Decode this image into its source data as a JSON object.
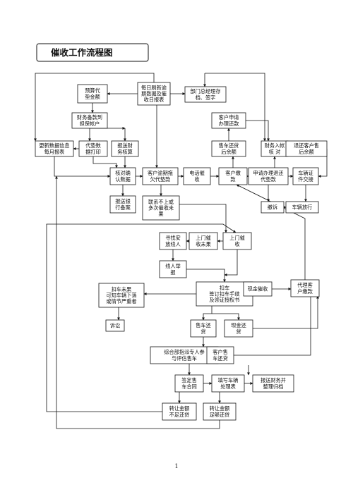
{
  "title": "催收工作流程图",
  "page_number": "1",
  "nodes": [
    {
      "id": "n1",
      "lines": [
        "预算代",
        "垫金额"
      ]
    },
    {
      "id": "n2",
      "lines": [
        "每日刷新逾",
        "期数据及催",
        "收日报表"
      ]
    },
    {
      "id": "n3",
      "lines": [
        "部门总经理存",
        "档、签字"
      ]
    },
    {
      "id": "n4",
      "lines": [
        "财务备款到",
        "担保帐户"
      ]
    },
    {
      "id": "n5",
      "lines": [
        "客户申请",
        "办理还款"
      ]
    },
    {
      "id": "n6",
      "lines": [
        "更新数据信息",
        "每月报表"
      ]
    },
    {
      "id": "n7",
      "lines": [
        "代垫数",
        "据打印"
      ]
    },
    {
      "id": "n8",
      "lines": [
        "报送财",
        "务核算"
      ]
    },
    {
      "id": "n9",
      "lines": [
        "售车还贷",
        "后余额"
      ]
    },
    {
      "id": "n10",
      "lines": [
        "财务入帐",
        "核  对"
      ]
    },
    {
      "id": "n11",
      "lines": [
        "退还客户售",
        "后余额"
      ]
    },
    {
      "id": "n12",
      "lines": [
        "核对确",
        "认数据"
      ]
    },
    {
      "id": "n13",
      "lines": [
        "客户逾期拖",
        "欠代垫款"
      ]
    },
    {
      "id": "n14",
      "lines": [
        "电话催",
        "收"
      ]
    },
    {
      "id": "n15",
      "lines": [
        "客户缴",
        "款"
      ]
    },
    {
      "id": "n16",
      "lines": [
        "申请办理退还",
        "代垫款"
      ]
    },
    {
      "id": "n17",
      "lines": [
        "车辆证",
        "件交接"
      ]
    },
    {
      "id": "n18",
      "lines": [
        "报送银",
        "行备案"
      ]
    },
    {
      "id": "n19",
      "lines": [
        "联系不上或",
        "多次催收未",
        "果"
      ]
    },
    {
      "id": "n20",
      "lines": [
        "撤诉"
      ]
    },
    {
      "id": "n21",
      "lines": [
        "车辆放行"
      ]
    },
    {
      "id": "n22",
      "lines": [
        "寻找安",
        "放线人"
      ]
    },
    {
      "id": "n23",
      "lines": [
        "上门催",
        "收未果"
      ]
    },
    {
      "id": "n24",
      "lines": [
        "上门催",
        "收"
      ]
    },
    {
      "id": "n25",
      "lines": [
        "线人举",
        "报"
      ]
    },
    {
      "id": "n26",
      "lines": [
        "扣车未果",
        "可知车辆下落",
        "或情节严重者"
      ]
    },
    {
      "id": "n27",
      "lines": [
        "扣车",
        "签订扣车手续",
        "及领证授权书"
      ]
    },
    {
      "id": "n28",
      "lines": [
        "现金催收"
      ]
    },
    {
      "id": "n29",
      "lines": [
        "代理客",
        "户缴款"
      ]
    },
    {
      "id": "n30",
      "lines": [
        "诉讼"
      ]
    },
    {
      "id": "n31",
      "lines": [
        "售车还",
        "贷"
      ]
    },
    {
      "id": "n32",
      "lines": [
        "现金还",
        "贷"
      ]
    },
    {
      "id": "n33",
      "lines": [
        "综合部指派专人参",
        "与评估售车"
      ]
    },
    {
      "id": "n34",
      "lines": [
        "客户售",
        "车还贷"
      ]
    },
    {
      "id": "n35",
      "lines": [
        "签定售",
        "车合同"
      ]
    },
    {
      "id": "n36",
      "lines": [
        "填写车辆",
        "处理表"
      ]
    },
    {
      "id": "n37",
      "lines": [
        "报送财务并",
        "整理归档"
      ]
    },
    {
      "id": "n38",
      "lines": [
        "转让金额",
        "不足还贷"
      ]
    },
    {
      "id": "n39",
      "lines": [
        "转让金额",
        "足够还贷"
      ]
    }
  ]
}
